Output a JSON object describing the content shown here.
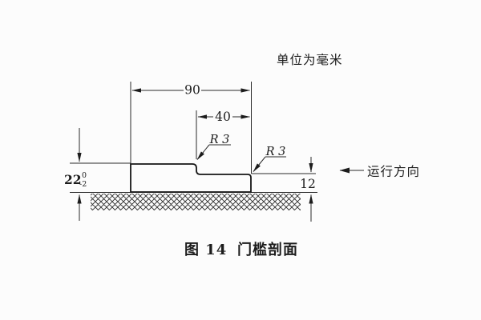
{
  "drawing": {
    "units_note": "单位为毫米",
    "caption": {
      "figure_label": "图 14",
      "title": "门槛剖面"
    },
    "run_direction_label": "运行方向",
    "dimensions": {
      "overall_width": "90",
      "step_width": "40",
      "overall_height": {
        "value": "22",
        "tolerance_upper": "0",
        "tolerance_lower": "-2"
      },
      "step_height": "12",
      "fillet_top": "R 3",
      "fillet_step": "R 3"
    },
    "colors": {
      "line": "#1c1c1c",
      "background": "#fcfcfc",
      "hatch": "#2a2a2a"
    }
  }
}
